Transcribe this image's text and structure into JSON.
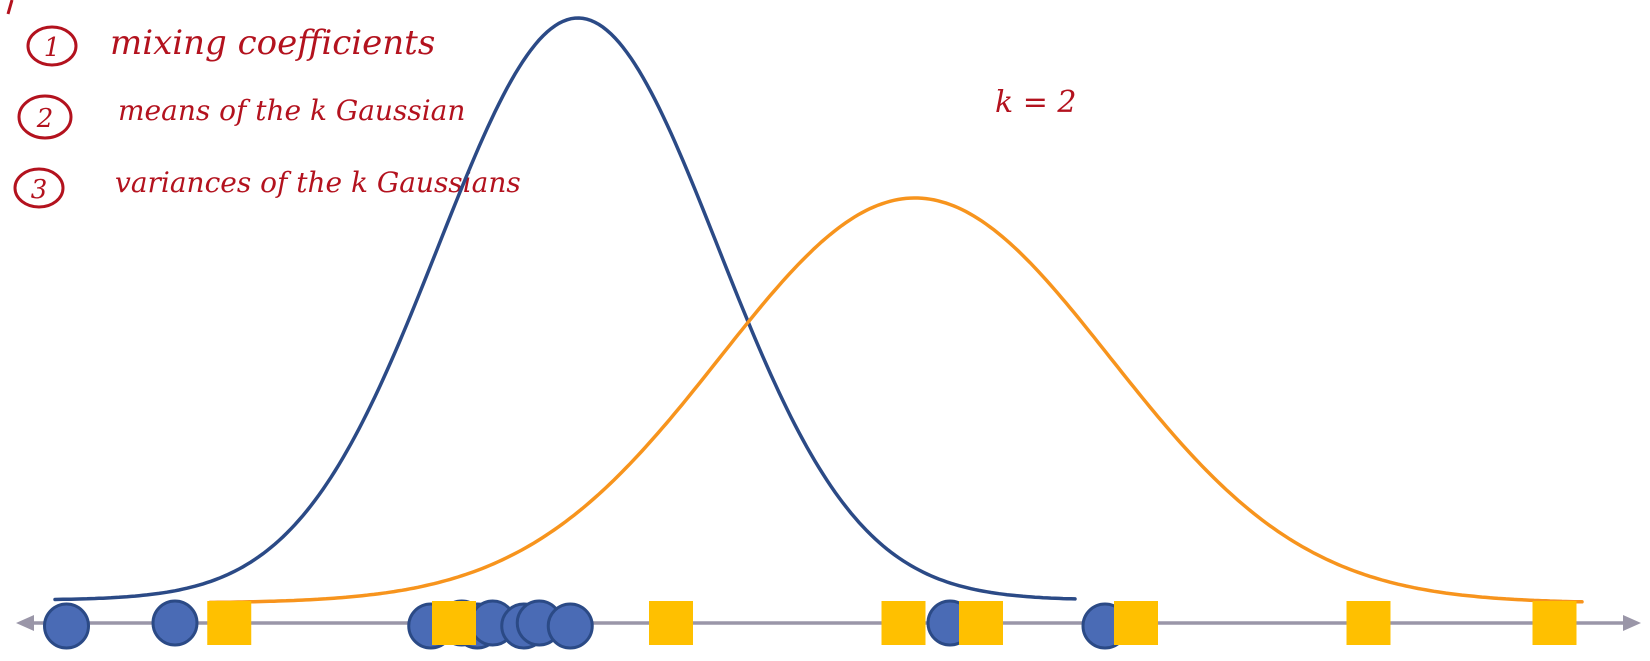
{
  "annotations": {
    "items": [
      {
        "number": "1",
        "text": "mixing coefficients"
      },
      {
        "number": "2",
        "text": "means of the k Gaussian"
      },
      {
        "number": "3",
        "text": "variances of the k Gaussians"
      }
    ],
    "k_label": "k = 2"
  },
  "colors": {
    "annotation_ink": "#b3121e",
    "curve_1": "#2b4a86",
    "curve_2": "#f7941d",
    "circle_points": "#4a6bb5",
    "square_points": "#ffc000",
    "axis": "#9a96a8"
  },
  "points": {
    "circles": [
      0.3,
      1.0,
      2.65,
      2.85,
      2.95,
      3.05,
      3.25,
      3.35,
      3.55,
      6.0,
      7.0
    ],
    "squares": [
      1.35,
      2.8,
      4.2,
      5.7,
      6.2,
      7.2,
      8.7,
      9.9
    ]
  }
}
